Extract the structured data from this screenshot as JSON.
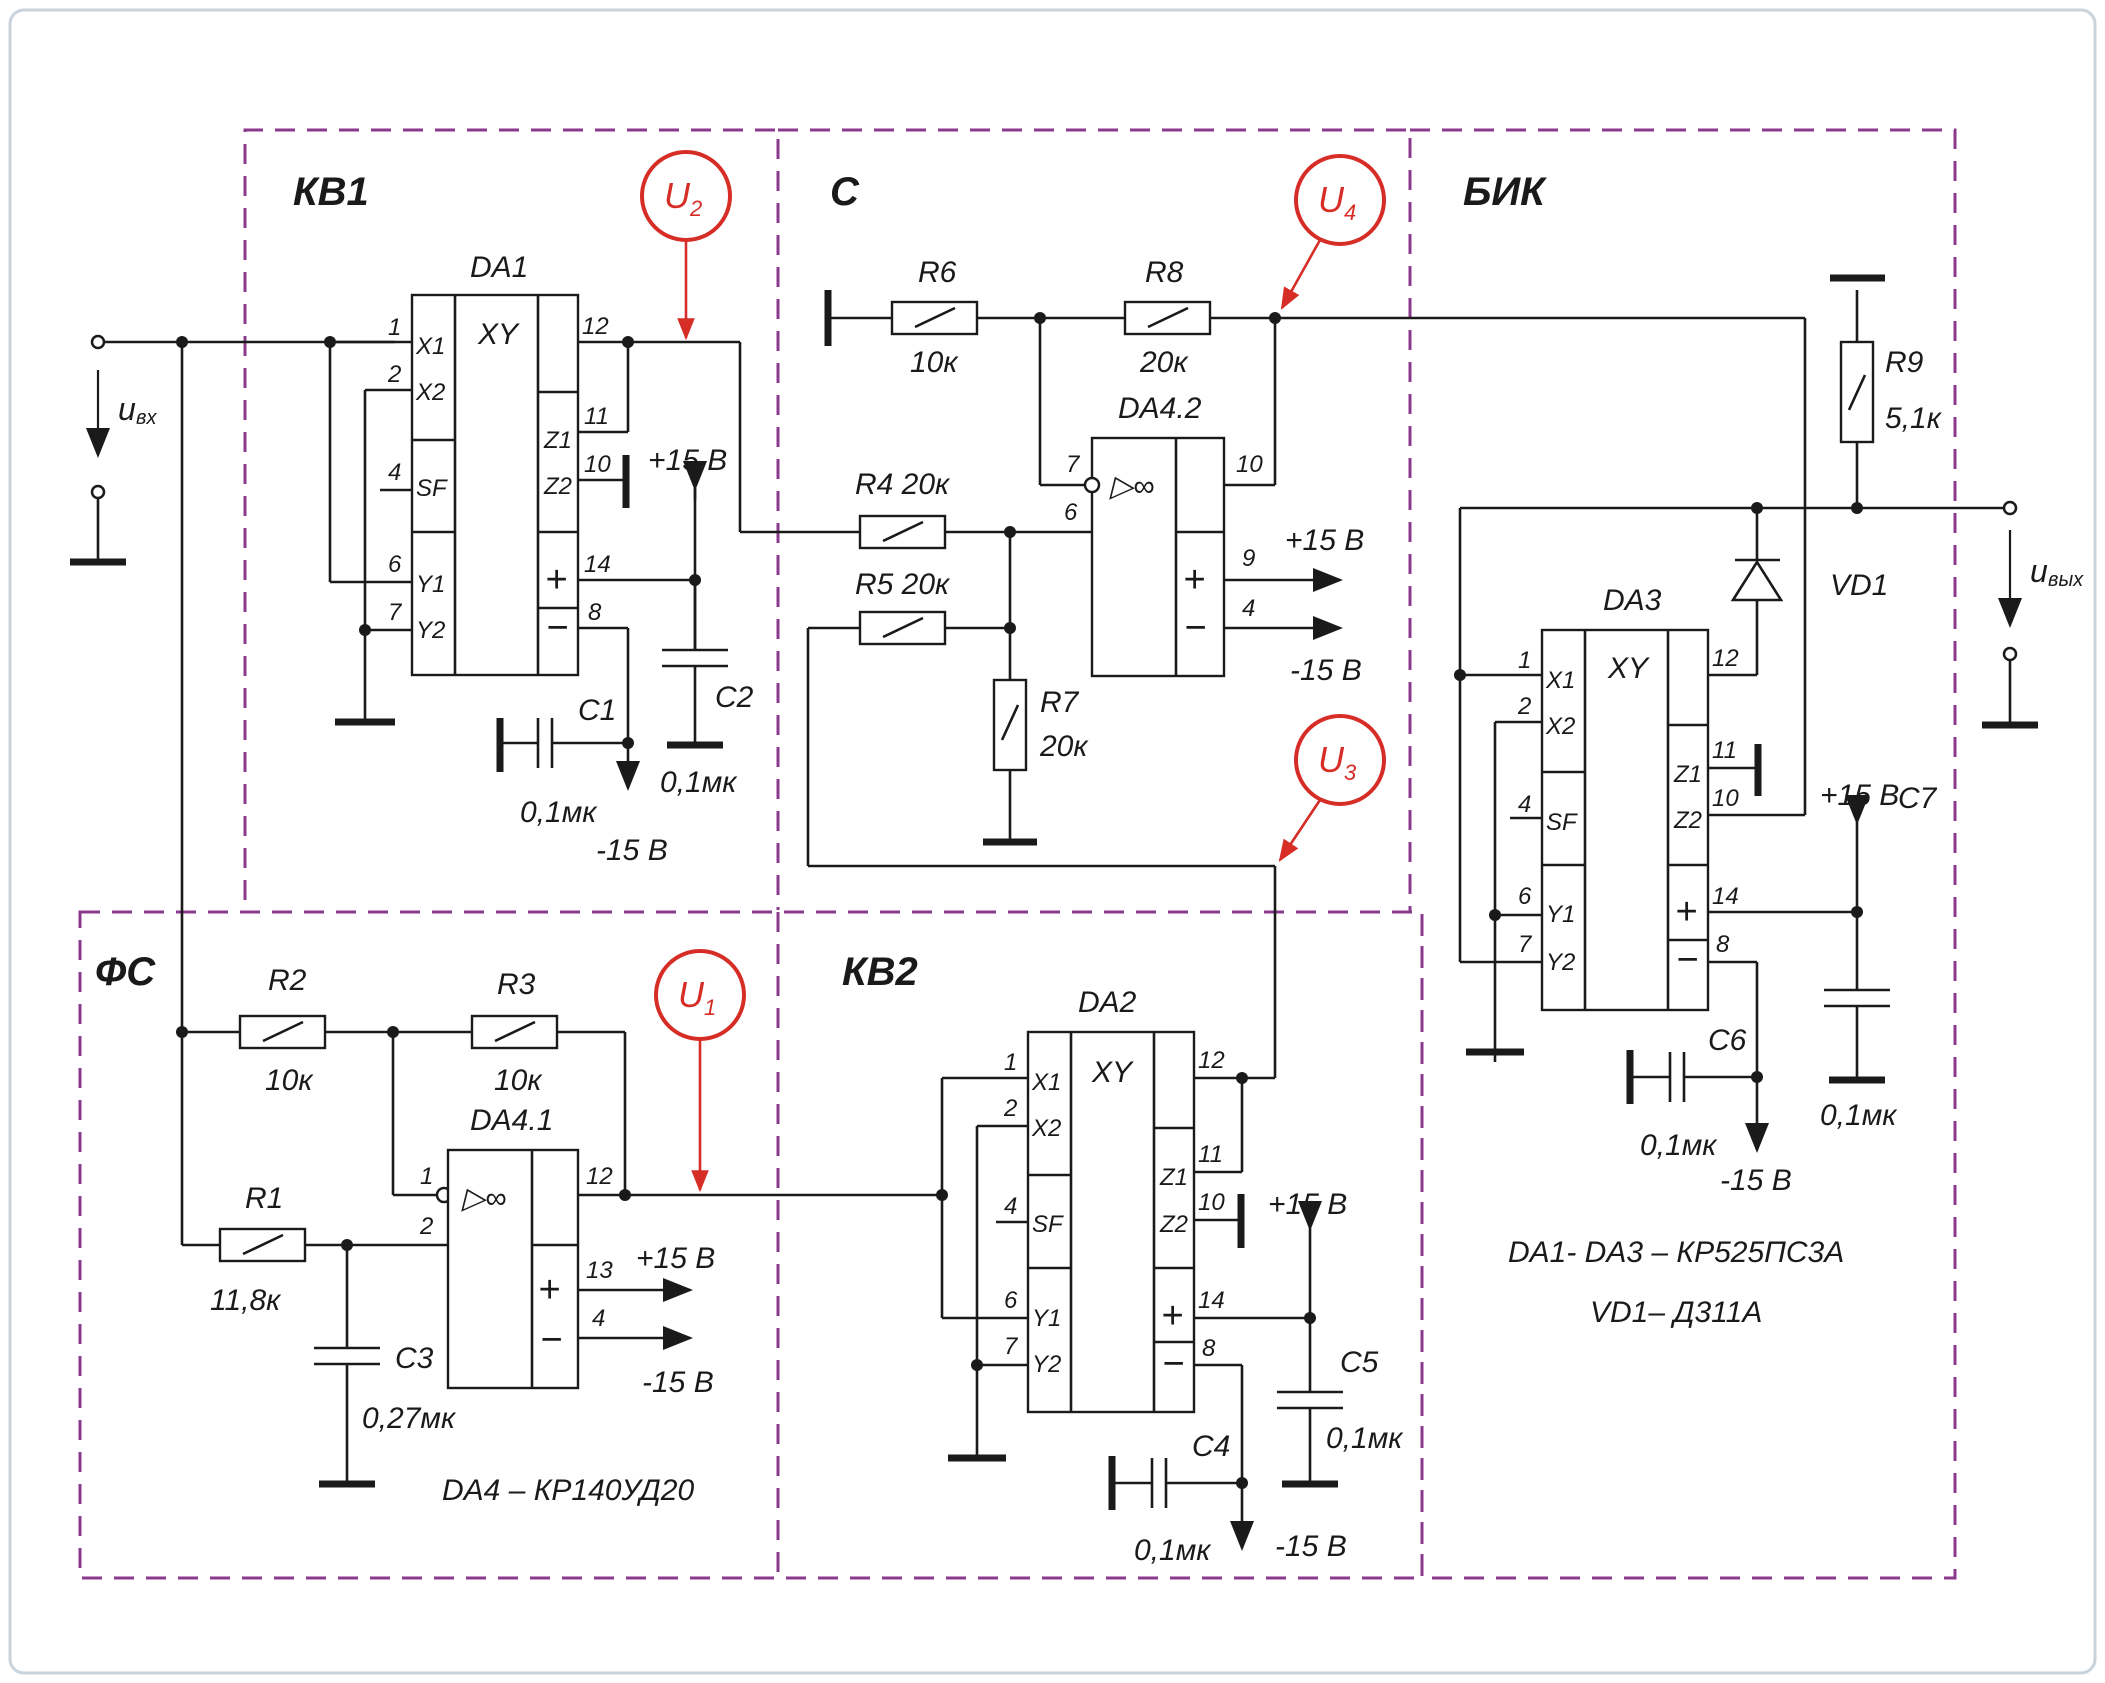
{
  "colors": {
    "block_border": "#8a3a8c",
    "block_label": "#8a3a8c",
    "probe": "#d62d26",
    "line": "#1a1a1a"
  },
  "blocks": {
    "kv1": "КВ1",
    "s": "С",
    "bik": "БИК",
    "fs": "ФС",
    "kv2": "КВ2"
  },
  "probes": {
    "u1": "U",
    "u1_sub": "1",
    "u2": "U",
    "u2_sub": "2",
    "u3": "U",
    "u3_sub": "3",
    "u4": "U",
    "u4_sub": "4"
  },
  "ports": {
    "uin": "u",
    "uin_sub": "вх",
    "uout": "u",
    "uout_sub": "вых"
  },
  "chips": {
    "da1": "DA1",
    "da2": "DA2",
    "da3": "DA3",
    "da41": "DA4.1",
    "da42": "DA4.2",
    "xy": "XY",
    "opamp": "▷∞",
    "plus": "+",
    "minus": "−"
  },
  "pins": {
    "x1": "X1",
    "x2": "X2",
    "sf": "SF",
    "y1": "Y1",
    "y2": "Y2",
    "z1": "Z1",
    "z2": "Z2"
  },
  "pinnums": {
    "p1": "1",
    "p2": "2",
    "p4": "4",
    "p6": "6",
    "p7": "7",
    "p8": "8",
    "p9": "9",
    "p10": "10",
    "p11": "11",
    "p12": "12",
    "p13": "13",
    "p14": "14"
  },
  "components": {
    "r1": "R1",
    "r1_val": "11,8к",
    "r2": "R2",
    "r2_val": "10к",
    "r3": "R3",
    "r3_val": "10к",
    "r4": "R4 20к",
    "r5": "R5 20к",
    "r6": "R6",
    "r6_val": "10к",
    "r7": "R7",
    "r7_val": "20к",
    "r8": "R8",
    "r8_val": "20к",
    "r9": "R9",
    "r9_val": "5,1к",
    "c1": "C1",
    "c1_val": "0,1мк",
    "c2": "C2",
    "c2_val": "0,1мк",
    "c3": "C3",
    "c3_val": "0,27мк",
    "c4": "C4",
    "c4_val": "0,1мк",
    "c5": "C5",
    "c5_val": "0,1мк",
    "c6": "C6",
    "c6_val": "0,1мк",
    "c7": "C7",
    "c7_val": "0,1мк",
    "vd1": "VD1"
  },
  "power": {
    "pos": "+15 В",
    "neg": "-15 В"
  },
  "notes": {
    "da4": "DA4 – КР140УД20",
    "da13": "DA1- DA3 – КР525ПС3А",
    "vd1": "VD1– Д311А"
  }
}
